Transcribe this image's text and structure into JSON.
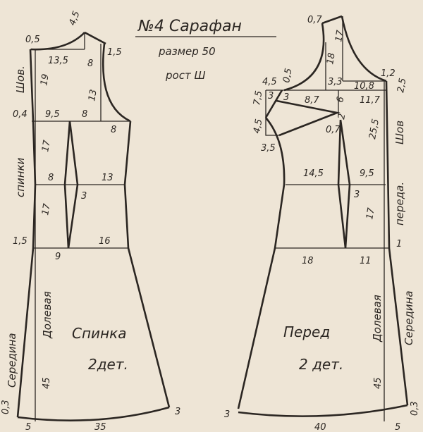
{
  "title": {
    "main": "№4 Сарафан",
    "size": "размер 50",
    "height": "рост Ш"
  },
  "back": {
    "name": "Спинка",
    "count": "2дет.",
    "labels": {
      "seam": "Шов.",
      "seam_of_back": "спинки",
      "middle": "Середина",
      "grain": "Долевая"
    },
    "measures": {
      "neck_drop": "0,5",
      "shoulder": "4,5",
      "shoulder_drop": "1,5",
      "neck_width": "13,5",
      "shoulder_depth": "8",
      "back_length": "19",
      "armhole": "13",
      "seam_offset": "0,4",
      "chest_left": "9,5",
      "chest_mid": "8",
      "chest_right": "8",
      "to_waist": "17",
      "waist_left": "8",
      "waist_right": "13",
      "dart": "3",
      "to_hip": "17",
      "hip_offset": "1,5",
      "hip_left": "9",
      "hip_right": "16",
      "skirt_length": "45",
      "hem_rise": "0,3",
      "hem_flare": "3",
      "bottom_offset": "5",
      "hem_width": "35"
    }
  },
  "front": {
    "name": "Перед",
    "count": "2 дет.",
    "labels": {
      "seam": "Шов",
      "seam_of_front": "переда.",
      "middle": "Середина",
      "grain": "Долевая"
    },
    "measures": {
      "strap_offset": "0,7",
      "strap_length": "17",
      "neck_depth": "18",
      "neck_width": "3,3",
      "side_offset": "1,2",
      "neck_top": "10,8",
      "top_drop": "2,5",
      "side_top": "4,5",
      "side_minus": "0,5",
      "side_dart_height": "7,5",
      "dart_top": "3",
      "dart_inner": "3",
      "dart_length": "8,7",
      "dart_vert": "6",
      "dart_vert2": "2",
      "chest_right": "11,7",
      "dart_offset": "0,7",
      "front_length": "25,5",
      "side_lower": "4,5",
      "armhole_low": "3,5",
      "waist_left": "14,5",
      "waist_right": "9,5",
      "waist_dart": "3",
      "to_hip": "17",
      "hip_offset": "1",
      "hip_left": "18",
      "hip_right": "11",
      "skirt_length": "45",
      "hem_rise": "0,3",
      "hem_flare": "3",
      "hem_width": "40",
      "bottom_offset": "5"
    }
  }
}
